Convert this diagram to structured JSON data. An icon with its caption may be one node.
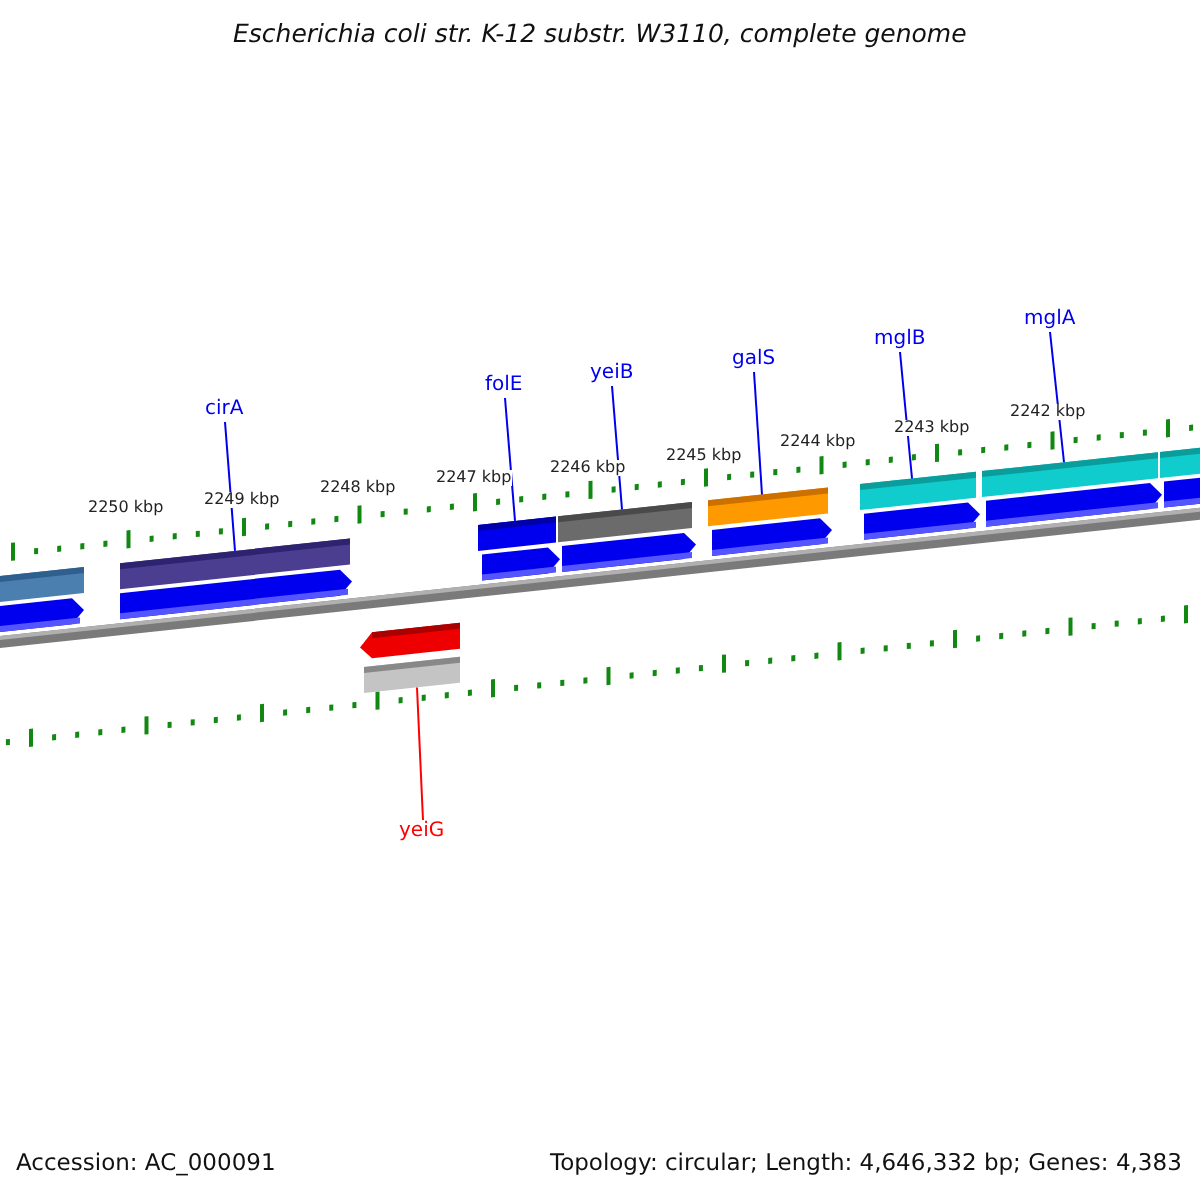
{
  "diagram": {
    "title": "Escherichia coli str. K-12 substr. W3110, complete genome",
    "nodes": [
      {
        "text": [
          "cirA"
        ]
      },
      {
        "text": [
          "folE"
        ]
      },
      {
        "text": [
          "yeiB"
        ]
      },
      {
        "text": [
          "galS"
        ]
      },
      {
        "text": [
          "mglB"
        ]
      },
      {
        "text": [
          "mglA"
        ]
      },
      {
        "text": [
          "yeiG"
        ]
      },
      {
        "text": [],
        "shape": "bar"
      },
      {
        "text": [],
        "shape": "bar"
      },
      {
        "text": [],
        "shape": "bar"
      },
      {
        "text": [],
        "shape": "bar"
      },
      {
        "text": [],
        "shape": "bar"
      },
      {
        "text": [],
        "shape": "bar"
      },
      {
        "text": [],
        "shape": "bar"
      }
    ],
    "edges": [
      {
        "from": 0,
        "to": 7,
        "arrow": "none"
      },
      {
        "from": 1,
        "to": 8,
        "arrow": "none"
      },
      {
        "from": 2,
        "to": 9,
        "arrow": "none"
      },
      {
        "from": 3,
        "to": 10,
        "arrow": "none"
      },
      {
        "from": 4,
        "to": 11,
        "arrow": "none"
      },
      {
        "from": 5,
        "to": 12,
        "arrow": "none"
      },
      {
        "from": 6,
        "to": 13,
        "arrow": "none",
        "color": "#ff0000"
      }
    ],
    "labels": [
      "2250 kbp",
      "2249 kbp",
      "2248 kbp",
      "2247 kbp",
      "2246 kbp",
      "2245 kbp",
      "2244 kbp",
      "2243 kbp",
      "2242 kbp",
      "Accession: AC_000091",
      "Topology: circular; Length: 4,646,332 bp; Genes: 4,383"
    ]
  }
}
